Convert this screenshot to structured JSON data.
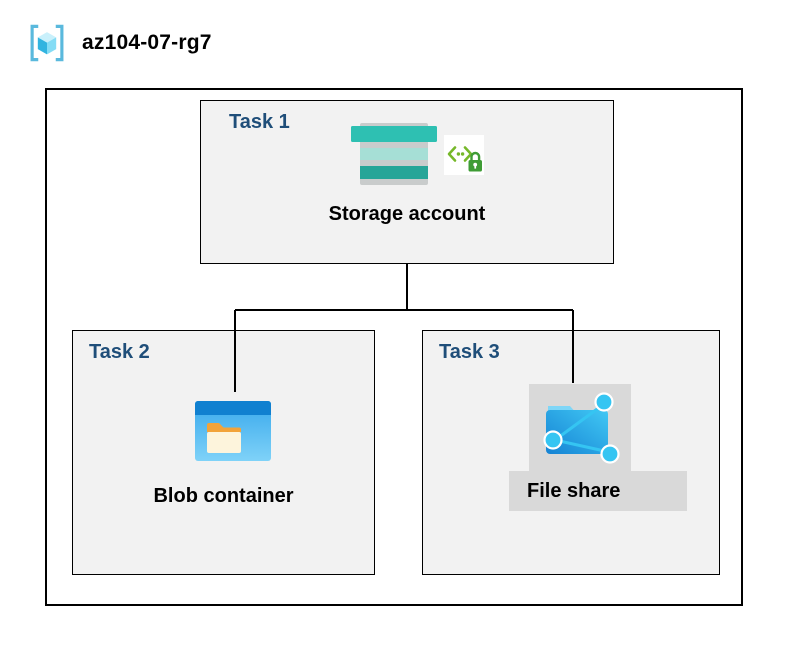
{
  "title": {
    "resource_group": "az104-07-rg7"
  },
  "tasks": {
    "task1": {
      "label": "Task 1",
      "resource": "Storage account"
    },
    "task2": {
      "label": "Task 2",
      "resource": "Blob container"
    },
    "task3": {
      "label": "Task 3",
      "resource": "File share"
    }
  },
  "icons": {
    "header": "azure-resource-group-icon",
    "task1_primary": "storage-account-icon",
    "task1_secondary": "access-key-lock-icon",
    "task2_primary": "blob-container-icon",
    "task3_primary": "file-share-icon"
  },
  "colors": {
    "task_label": "#1F4E79",
    "box_fill": "#F2F2F2",
    "box_border": "#000000",
    "connector": "#000000",
    "icon_backdrop": "#D9D9D9",
    "storage_teal": "#2EC0B2",
    "blob_blue": "#1080D0",
    "file_share_cyan": "#32BEF0",
    "key_green": "#76B82A"
  }
}
